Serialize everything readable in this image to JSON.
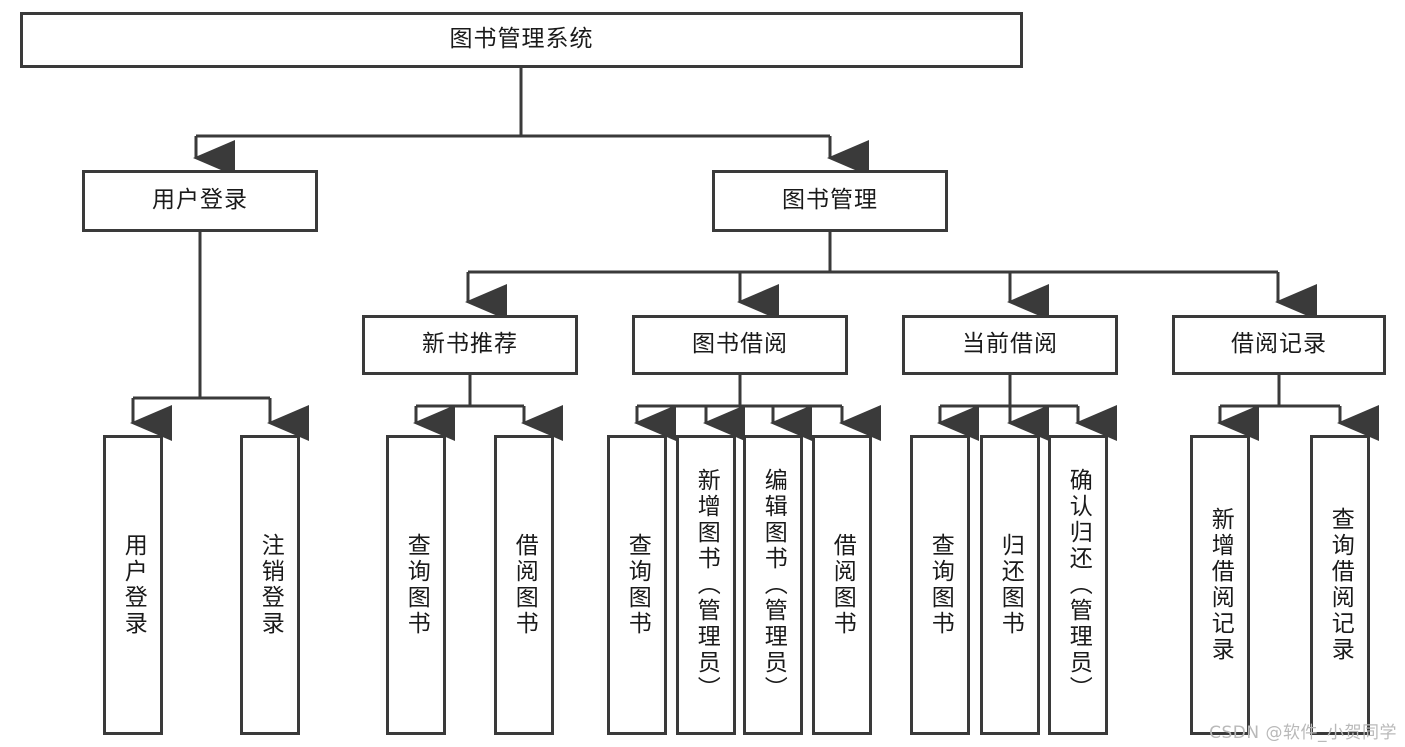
{
  "diagram": {
    "type": "tree-hierarchy",
    "title": "图书管理系统",
    "watermark": "CSDN @软件_小贺同学",
    "colors": {
      "stroke": "#3a3a3a",
      "background": "#ffffff",
      "text": "#1a1a1a",
      "watermark": "#b9b9b9"
    },
    "nodes": {
      "root": {
        "label": "图书管理系统"
      },
      "level2": [
        {
          "id": "user-login",
          "label": "用户登录"
        },
        {
          "id": "book-manage",
          "label": "图书管理"
        }
      ],
      "level3": [
        {
          "id": "new-book-recommend",
          "label": "新书推荐"
        },
        {
          "id": "book-borrow",
          "label": "图书借阅"
        },
        {
          "id": "current-borrow",
          "label": "当前借阅"
        },
        {
          "id": "borrow-record",
          "label": "借阅记录"
        }
      ],
      "leaves": [
        {
          "id": "leaf-user-login",
          "label": "用户登录",
          "parent": "user-login"
        },
        {
          "id": "leaf-logout-login",
          "label": "注销登录",
          "parent": "user-login"
        },
        {
          "id": "leaf-query-book-1",
          "label": "查询图书",
          "parent": "new-book-recommend"
        },
        {
          "id": "leaf-borrow-book-1",
          "label": "借阅图书",
          "parent": "new-book-recommend"
        },
        {
          "id": "leaf-query-book-2",
          "label": "查询图书",
          "parent": "book-borrow"
        },
        {
          "id": "leaf-add-book",
          "label": "新增图书（管理员）",
          "parent": "book-borrow"
        },
        {
          "id": "leaf-edit-book",
          "label": "编辑图书（管理员）",
          "parent": "book-borrow"
        },
        {
          "id": "leaf-borrow-book-2",
          "label": "借阅图书",
          "parent": "book-borrow"
        },
        {
          "id": "leaf-query-book-3",
          "label": "查询图书",
          "parent": "current-borrow"
        },
        {
          "id": "leaf-return-book",
          "label": "归还图书",
          "parent": "current-borrow"
        },
        {
          "id": "leaf-confirm-return",
          "label": "确认归还（管理员）",
          "parent": "current-borrow"
        },
        {
          "id": "leaf-add-record",
          "label": "新增借阅记录",
          "parent": "borrow-record"
        },
        {
          "id": "leaf-query-record",
          "label": "查询借阅记录",
          "parent": "borrow-record"
        }
      ]
    }
  }
}
